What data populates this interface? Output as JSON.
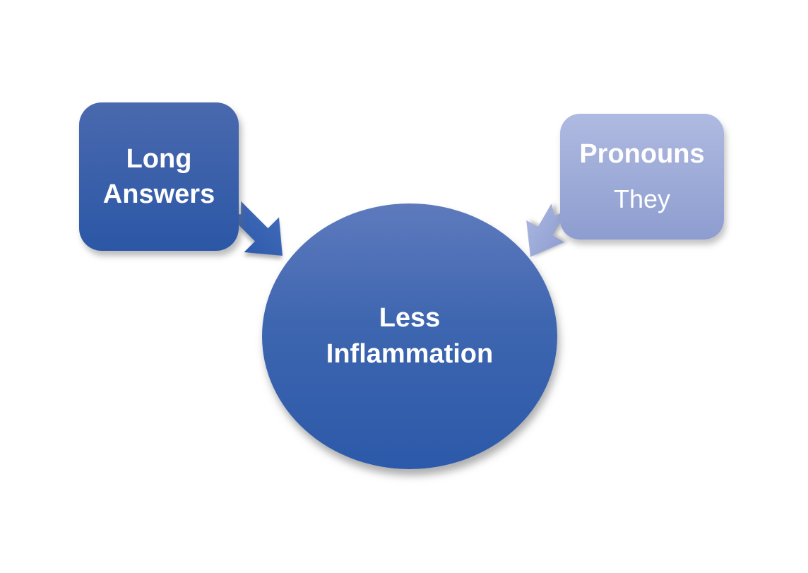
{
  "diagram": {
    "type": "converging-arrows",
    "center": {
      "label": "Less Inflammation"
    },
    "sources": [
      {
        "label": "Long Answers"
      },
      {
        "label": "Pronouns",
        "sublabel": "They"
      }
    ],
    "connectors": [
      {
        "name": "long-answers-to-less-inflammation",
        "direction": "down-right"
      },
      {
        "name": "pronouns-to-less-inflammation",
        "direction": "down-left"
      }
    ]
  },
  "colors": {
    "background": "#FFFFFF",
    "text": "#FFFFFF",
    "box-left-top": "#4A69AE",
    "box-left-bottom": "#2B57A6",
    "box-right-top": "#AFBAE1",
    "box-right-bottom": "#8D9DCF",
    "ellipse-top": "#5E7ABD",
    "ellipse-mid": "#3E66B0",
    "ellipse-bottom": "#2C59A9",
    "arrow-left-top": "#4069B7",
    "arrow-left-bottom": "#2E5BAD",
    "arrow-right-top": "#A8B4DE",
    "arrow-right-bottom": "#90A0D2"
  }
}
